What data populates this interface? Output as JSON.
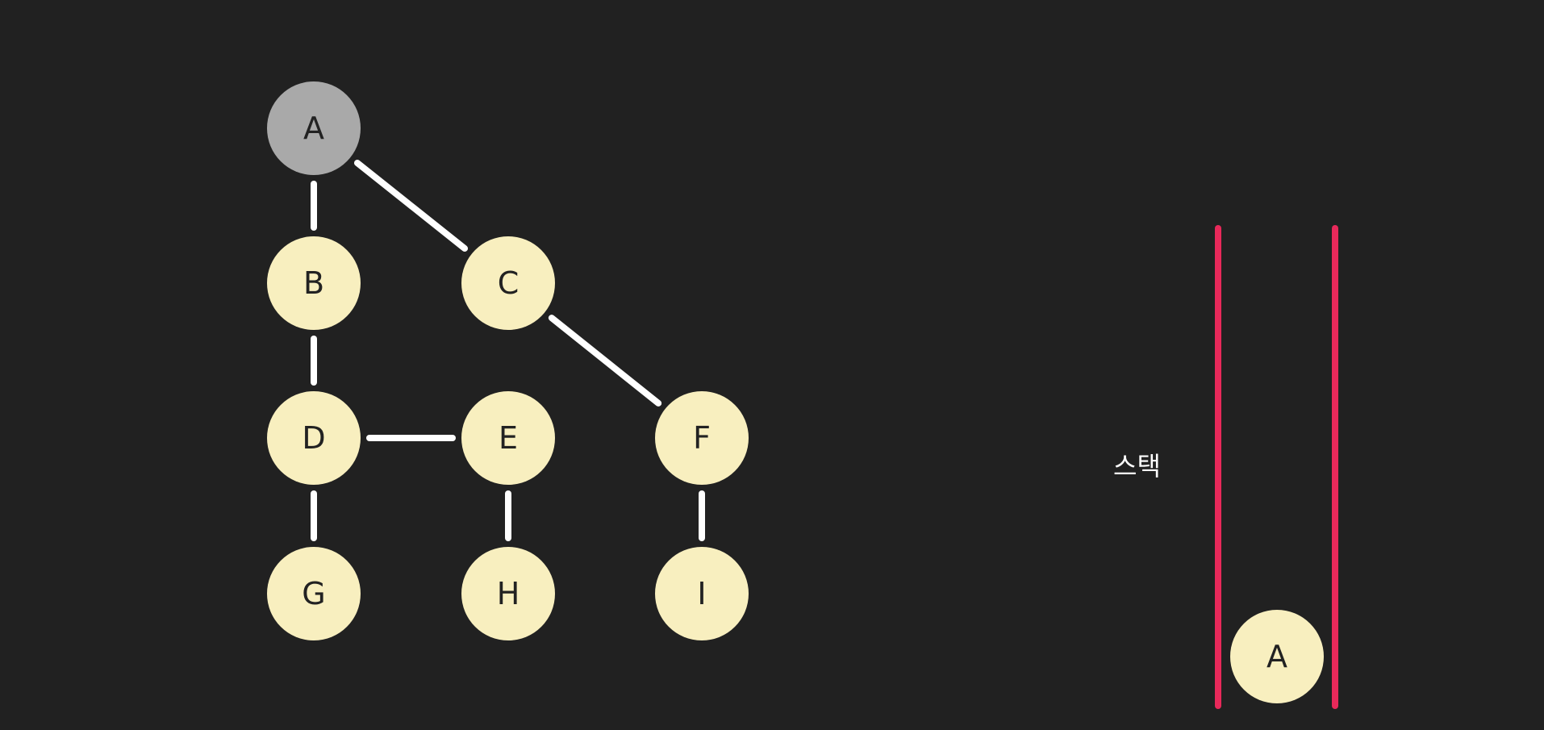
{
  "colors": {
    "background": "#212121",
    "node_fill": "#f8efbf",
    "visited_fill": "#a9a9a9",
    "edge": "#ffffff",
    "stack_wall": "#e8295a",
    "label_text": "#222222"
  },
  "graph": {
    "nodes": [
      {
        "id": "A",
        "label": "A",
        "state": "visited"
      },
      {
        "id": "B",
        "label": "B",
        "state": "unvisited"
      },
      {
        "id": "C",
        "label": "C",
        "state": "unvisited"
      },
      {
        "id": "D",
        "label": "D",
        "state": "unvisited"
      },
      {
        "id": "E",
        "label": "E",
        "state": "unvisited"
      },
      {
        "id": "F",
        "label": "F",
        "state": "unvisited"
      },
      {
        "id": "G",
        "label": "G",
        "state": "unvisited"
      },
      {
        "id": "H",
        "label": "H",
        "state": "unvisited"
      },
      {
        "id": "I",
        "label": "I",
        "state": "unvisited"
      }
    ],
    "edges": [
      [
        "A",
        "B"
      ],
      [
        "A",
        "C"
      ],
      [
        "B",
        "D"
      ],
      [
        "C",
        "F"
      ],
      [
        "D",
        "E"
      ],
      [
        "D",
        "G"
      ],
      [
        "E",
        "H"
      ],
      [
        "F",
        "I"
      ]
    ]
  },
  "stack": {
    "label": "스택",
    "items": [
      "A"
    ]
  }
}
